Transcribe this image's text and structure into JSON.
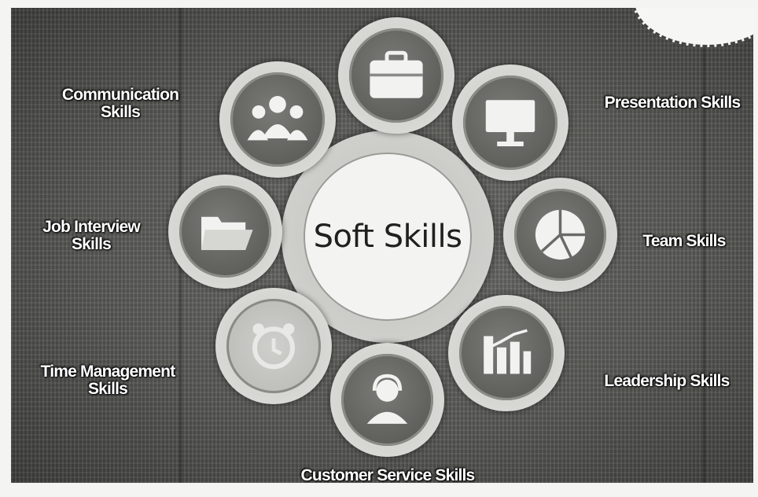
{
  "center": {
    "title": "Soft Skills"
  },
  "skills": [
    {
      "label_lines": [
        "Communication",
        "Skills"
      ],
      "icon": "group-icon"
    },
    {
      "label_lines": [
        "",
        ""
      ],
      "icon": "briefcase-icon"
    },
    {
      "label_lines": [
        "Presentation Skills",
        ""
      ],
      "icon": "monitor-icon"
    },
    {
      "label_lines": [
        "Team Skills",
        ""
      ],
      "icon": "pie-chart-icon"
    },
    {
      "label_lines": [
        "Leadership Skills",
        ""
      ],
      "icon": "bar-chart-icon"
    },
    {
      "label_lines": [
        "Customer Service Skills",
        ""
      ],
      "icon": "headset-user-icon"
    },
    {
      "label_lines": [
        "Time Management",
        "Skills"
      ],
      "icon": "alarm-clock-icon"
    },
    {
      "label_lines": [
        "Job Interview",
        "Skills"
      ],
      "icon": "folder-icon"
    }
  ],
  "colors": {
    "background": "#5f5f5c",
    "node_ring": "#d8d8d4",
    "center_face": "#f3f3f1",
    "label_text": "#ffffff"
  }
}
